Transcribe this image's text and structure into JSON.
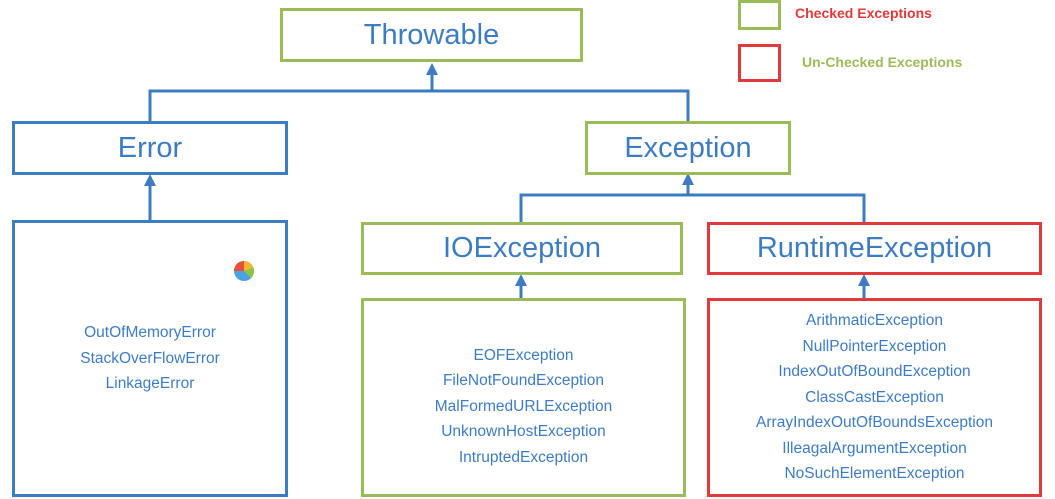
{
  "colors": {
    "checked": "#9bbb59",
    "unchecked": "#e03a3a",
    "error_branch": "#3e7cc2",
    "text": "#3e7cc2",
    "connector": "#3e7cc2"
  },
  "legend": {
    "checked_label": "Checked Exceptions",
    "unchecked_label": "Un-Checked Exceptions"
  },
  "nodes": {
    "throwable": "Throwable",
    "error": "Error",
    "exception": "Exception",
    "ioexception": "IOException",
    "runtimeexception": "RuntimeException"
  },
  "error_list": [
    "OutOfMemoryError",
    "StackOverFlowError",
    "LinkageError"
  ],
  "io_list": [
    "EOFException",
    "FileNotFoundException",
    "MalFormedURLException",
    "UnknownHostException",
    "IntruptedException"
  ],
  "runtime_list": [
    "ArithmaticException",
    "NullPointerException",
    "IndexOutOfBoundException",
    "ClassCastException",
    "ArrayIndexOutOfBoundsException",
    "IlleagalArgumentException",
    "NoSuchElementException"
  ]
}
